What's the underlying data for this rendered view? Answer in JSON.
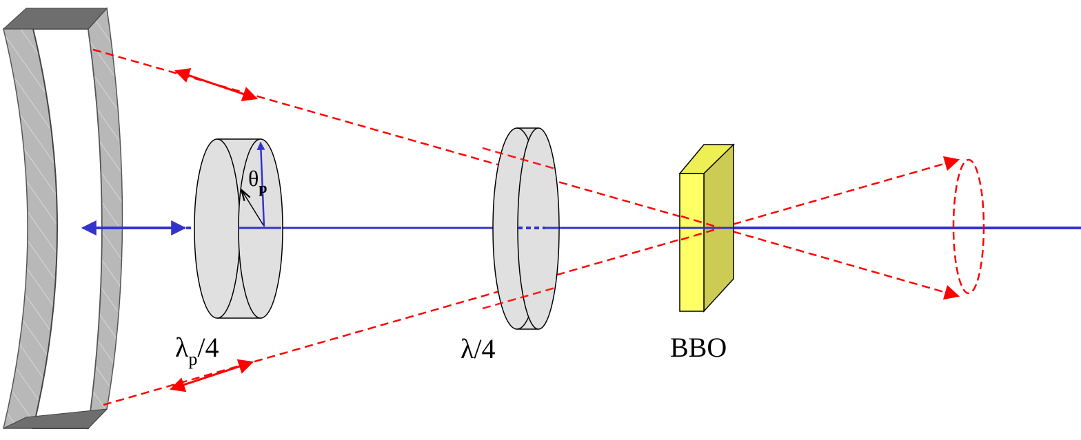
{
  "labels": {
    "theta_symbol": "θ",
    "theta_sub": "p",
    "pump_waveplate_lambda": "λ",
    "pump_waveplate_sub": "p",
    "pump_waveplate_suffix": "/4",
    "waveplate": "λ/4",
    "crystal": "BBO"
  },
  "colors": {
    "pump_beam": "#3333cc",
    "downconverted_beam": "#ff0000",
    "mirror": "#b8b8b8",
    "mirror_dark": "#6e6e6e",
    "waveplate_fill": "#e0e0e0",
    "crystal_front": "#ffff66",
    "crystal_side": "#cccc55",
    "crystal_top": "#eeee55"
  }
}
